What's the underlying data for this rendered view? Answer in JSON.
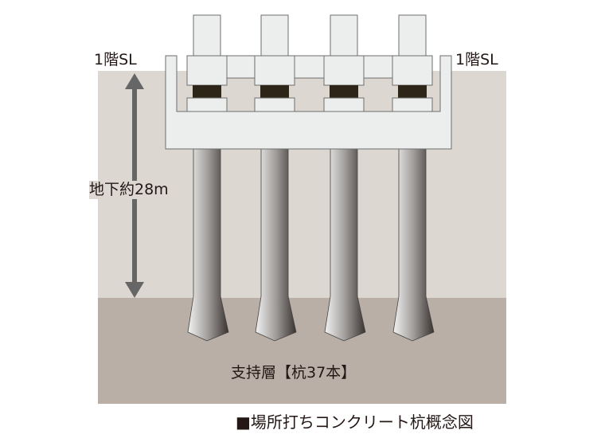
{
  "labels": {
    "sl_left": "1階SL",
    "sl_right": "1階SL",
    "depth": "地下約28m",
    "support_layer": "支持層【杭37本】",
    "caption": "■場所打ちコンクリート杭概念図"
  },
  "colors": {
    "upper_soil": "#dcd7d1",
    "support_soil": "#b9afa7",
    "structure": "#eceeee",
    "outline": "#6e6e6e",
    "isolator": "#2e2519",
    "arrow": "#666666",
    "text": "#231815"
  },
  "pile_count_drawn": 4
}
